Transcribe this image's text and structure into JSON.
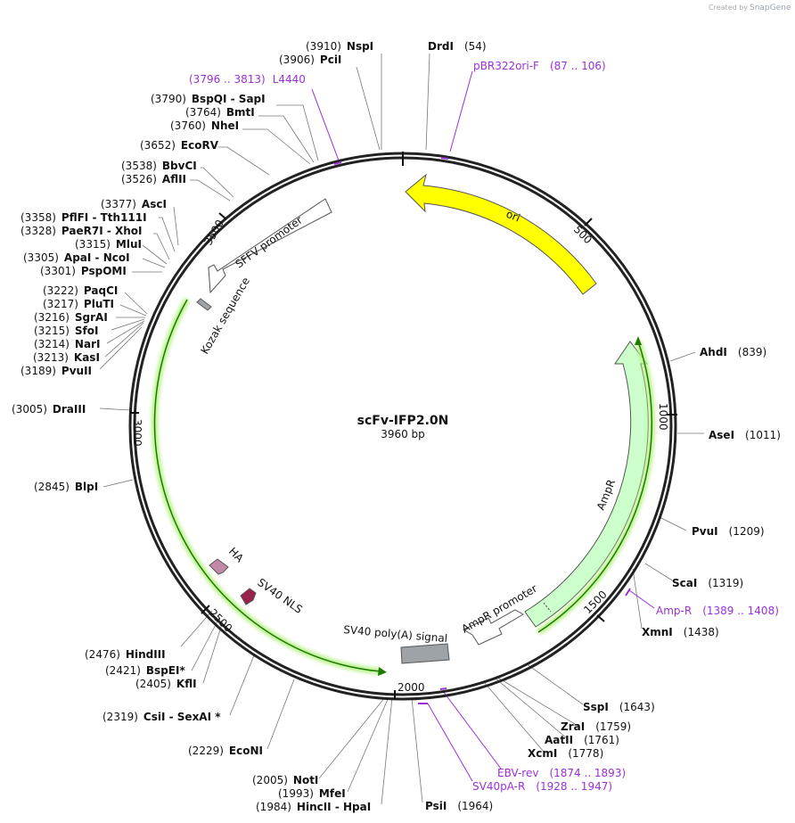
{
  "watermark": {
    "prefix": "Created by",
    "brand": "SnapGene"
  },
  "plasmid": {
    "name": "scFv-IFP2.0N",
    "length_label": "3960 bp",
    "length": 3960
  },
  "ticks": [
    "500",
    "1000",
    "1500",
    "2000",
    "2500",
    "3000",
    "3500"
  ],
  "sites": [
    {
      "name": "NspI",
      "pos": "(3910)"
    },
    {
      "name": "PciI",
      "pos": "(3906)"
    },
    {
      "name": "DrdI",
      "pos": "(54)"
    },
    {
      "name": "BspQI",
      "pos": "(3790)",
      "pair": "SapI"
    },
    {
      "name": "BmtI",
      "pos": "(3764)"
    },
    {
      "name": "NheI",
      "pos": "(3760)"
    },
    {
      "name": "EcoRV",
      "pos": "(3652)"
    },
    {
      "name": "BbvCI",
      "pos": "(3538)"
    },
    {
      "name": "AflII",
      "pos": "(3526)"
    },
    {
      "name": "AscI",
      "pos": "(3377)"
    },
    {
      "name": "PflFI",
      "pos": "(3358)",
      "pair": "Tth111I"
    },
    {
      "name": "PaeR7I",
      "pos": "(3328)",
      "pair": "XhoI"
    },
    {
      "name": "MluI",
      "pos": "(3315)"
    },
    {
      "name": "ApaI",
      "pos": "(3305)",
      "pair": "NcoI"
    },
    {
      "name": "PspOMI",
      "pos": "(3301)"
    },
    {
      "name": "PaqCI",
      "pos": "(3222)"
    },
    {
      "name": "PluTI",
      "pos": "(3217)"
    },
    {
      "name": "SgrAI",
      "pos": "(3216)"
    },
    {
      "name": "SfoI",
      "pos": "(3215)"
    },
    {
      "name": "NarI",
      "pos": "(3214)"
    },
    {
      "name": "KasI",
      "pos": "(3213)"
    },
    {
      "name": "PvuII",
      "pos": "(3189)"
    },
    {
      "name": "DraIII",
      "pos": "(3005)"
    },
    {
      "name": "BlpI",
      "pos": "(2845)"
    },
    {
      "name": "HindIII",
      "pos": "(2476)"
    },
    {
      "name": "BspEI",
      "pos": "(2421)",
      "star": "*"
    },
    {
      "name": "KflI",
      "pos": "(2405)"
    },
    {
      "name": "CsiI",
      "pos": "(2319)",
      "pair": "SexAI",
      "pair_star": "*"
    },
    {
      "name": "EcoNI",
      "pos": "(2229)"
    },
    {
      "name": "NotI",
      "pos": "(2005)"
    },
    {
      "name": "MfeI",
      "pos": "(1993)"
    },
    {
      "name": "HincII",
      "pos": "(1984)",
      "pair": "HpaI"
    },
    {
      "name": "PsiI",
      "pos": "(1964)"
    },
    {
      "name": "XcmI",
      "pos": "(1778)"
    },
    {
      "name": "AatII",
      "pos": "(1761)"
    },
    {
      "name": "ZraI",
      "pos": "(1759)"
    },
    {
      "name": "SspI",
      "pos": "(1643)"
    },
    {
      "name": "XmnI",
      "pos": "(1438)"
    },
    {
      "name": "ScaI",
      "pos": "(1319)"
    },
    {
      "name": "PvuI",
      "pos": "(1209)"
    },
    {
      "name": "AseI",
      "pos": "(1011)"
    },
    {
      "name": "AhdI",
      "pos": "(839)"
    }
  ],
  "primers": [
    {
      "name": "L4440",
      "range": "(3796 .. 3813)"
    },
    {
      "name": "pBR322ori-F",
      "range": "(87 .. 106)"
    },
    {
      "name": "Amp-R",
      "range": "(1389 .. 1408)"
    },
    {
      "name": "EBV-rev",
      "range": "(1874 .. 1893)"
    },
    {
      "name": "SV40pA-R",
      "range": "(1928 .. 1947)"
    }
  ],
  "features": {
    "ori": "ori",
    "ampr": "AmpR",
    "ampr_promoter": "AmpR promoter",
    "sv40_polya": "SV40 poly(A) signal",
    "sv40_nls": "SV40 NLS",
    "ha": "HA",
    "kozak": "Kozak sequence",
    "sffv": "SFFV promoter"
  },
  "colors": {
    "ori": "#ffff00",
    "ampr": "#ccffcc",
    "orf_arrow": "#33aa00",
    "sv40_polya": "#9ea3a8",
    "nls": "#99224d",
    "ha": "#c28aa6",
    "primer": "#9b30d9"
  }
}
